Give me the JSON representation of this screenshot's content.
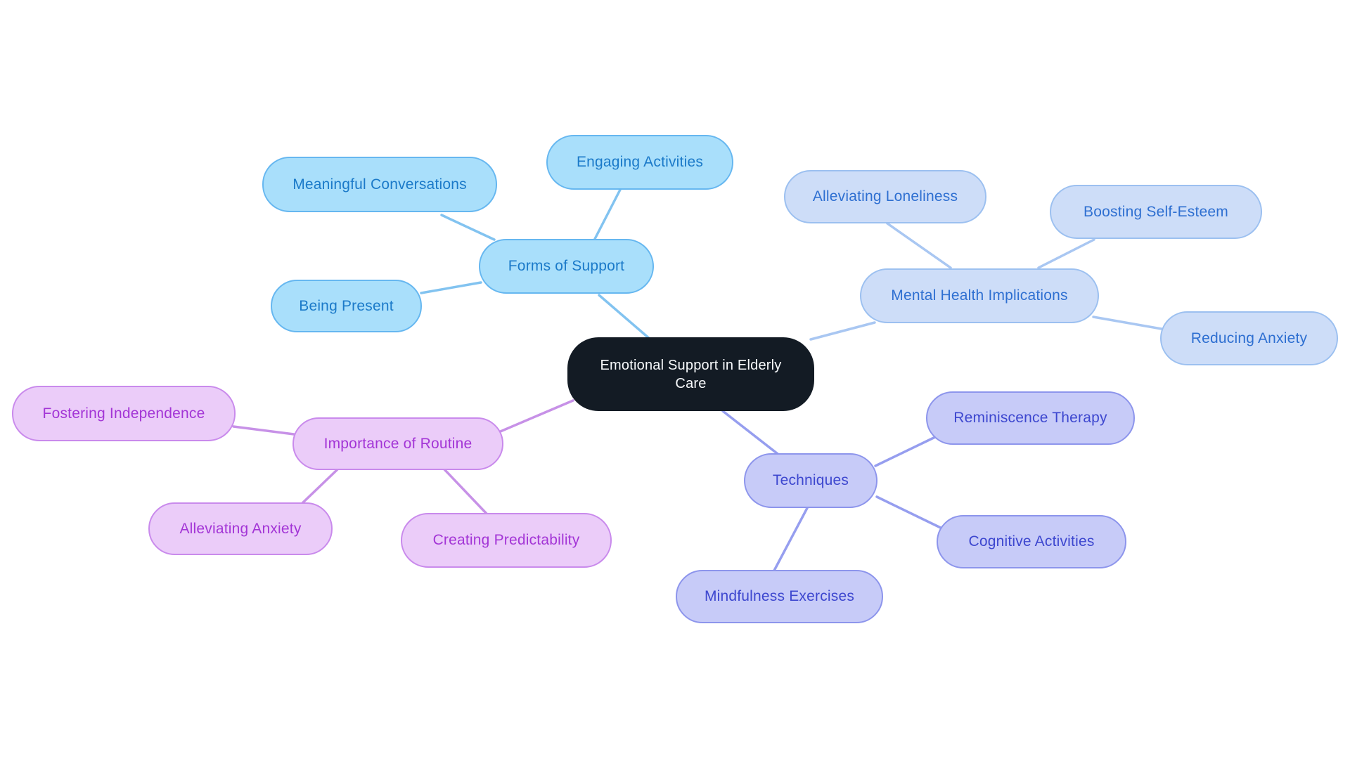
{
  "diagram": {
    "type": "mindmap",
    "background_color": "#ffffff",
    "center": {
      "label": "Emotional Support in Elderly Care",
      "fill": "#131b24",
      "text_color": "#f8fafc"
    },
    "branches": [
      {
        "label": "Forms of Support",
        "fill": "#a9dffb",
        "border": "#66b7f0",
        "text_color": "#1b7ac9",
        "line_color": "#82c3f0",
        "children": [
          {
            "label": "Meaningful Conversations"
          },
          {
            "label": "Engaging Activities"
          },
          {
            "label": "Being Present"
          }
        ]
      },
      {
        "label": "Mental Health Implications",
        "fill": "#cdddf8",
        "border": "#9cc0f0",
        "text_color": "#2e6fd1",
        "line_color": "#a9c7f2",
        "children": [
          {
            "label": "Alleviating Loneliness"
          },
          {
            "label": "Boosting Self-Esteem"
          },
          {
            "label": "Reducing Anxiety"
          }
        ]
      },
      {
        "label": "Importance of Routine",
        "fill": "#ebccf9",
        "border": "#c98aec",
        "text_color": "#a335d6",
        "line_color": "#c791e7",
        "children": [
          {
            "label": "Fostering Independence"
          },
          {
            "label": "Alleviating Anxiety"
          },
          {
            "label": "Creating Predictability"
          }
        ]
      },
      {
        "label": "Techniques",
        "fill": "#c7cbf8",
        "border": "#8d95ec",
        "text_color": "#3d47cf",
        "line_color": "#969eef",
        "children": [
          {
            "label": "Reminiscence Therapy"
          },
          {
            "label": "Cognitive Activities"
          },
          {
            "label": "Mindfulness Exercises"
          }
        ]
      }
    ]
  }
}
